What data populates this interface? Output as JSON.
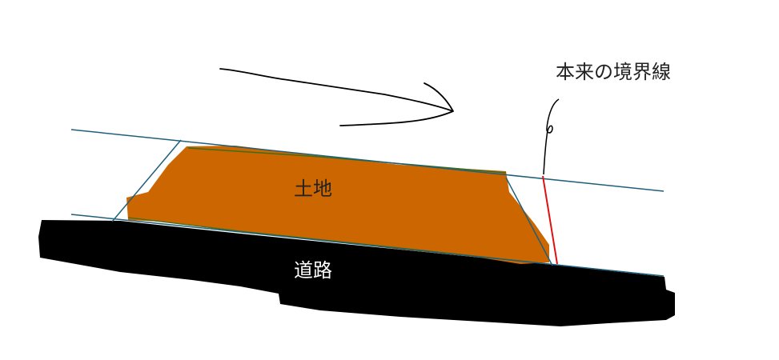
{
  "labels": {
    "land": "土地",
    "road": "道路",
    "true_boundary": "本来の境界線"
  },
  "colors": {
    "land_fill": "#cc6600",
    "road_fill": "#000000",
    "parallel_lines": "#1f5f7a",
    "boundary_line": "#e01010",
    "ink": "#000000",
    "road_text": "#ffffff",
    "land_text": "#222222",
    "land_edge": "#3a6e1c"
  },
  "icons": {
    "direction_arrow": "arrow-right-icon"
  }
}
